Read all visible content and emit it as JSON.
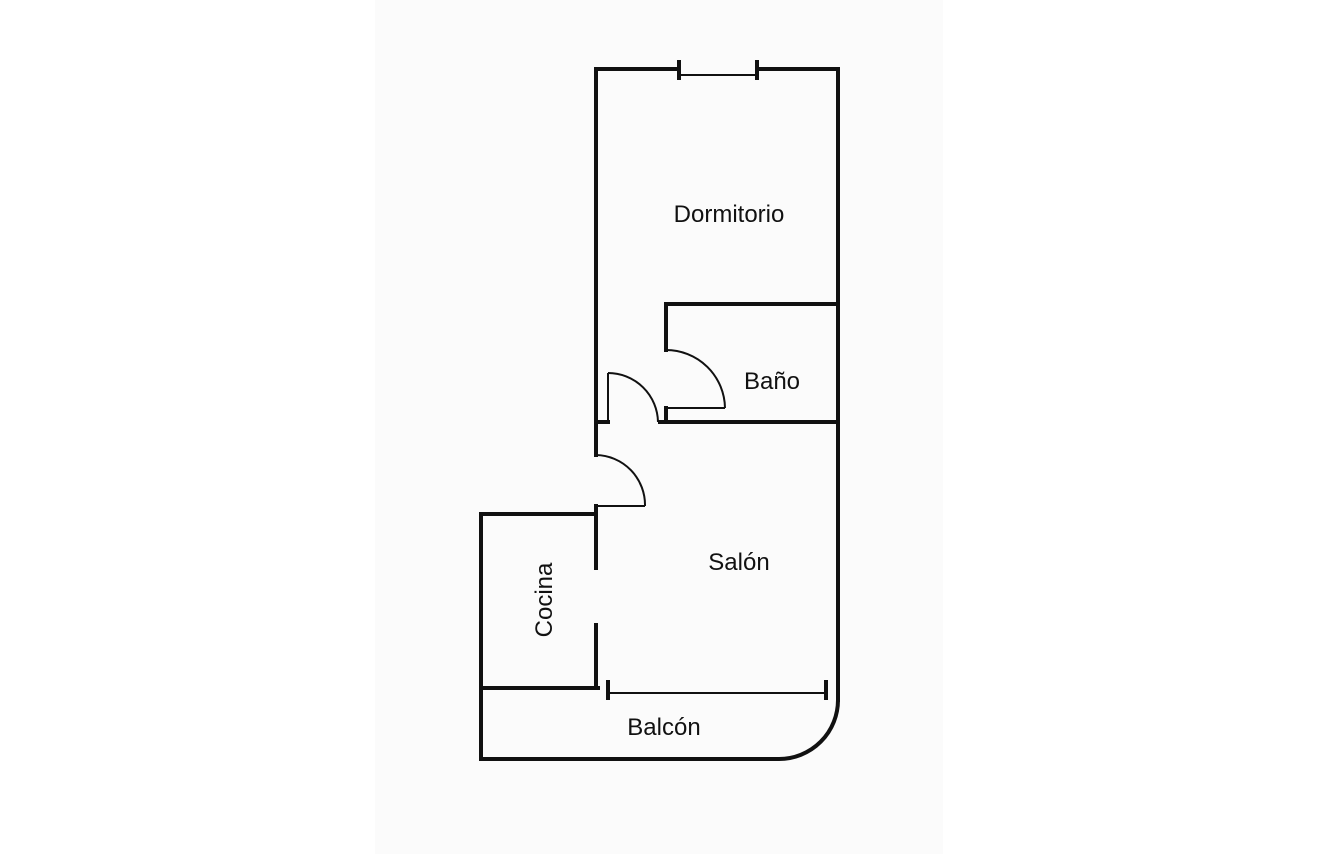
{
  "floorplan": {
    "background_color": "#ffffff",
    "panel_color": "#fbfbfb",
    "wall_color": "#111111",
    "rooms": {
      "dormitorio": {
        "label": "Dormitorio"
      },
      "bano": {
        "label": "Baño"
      },
      "salon": {
        "label": "Salón"
      },
      "cocina": {
        "label": "Cocina"
      },
      "balcon": {
        "label": "Balcón"
      }
    }
  }
}
